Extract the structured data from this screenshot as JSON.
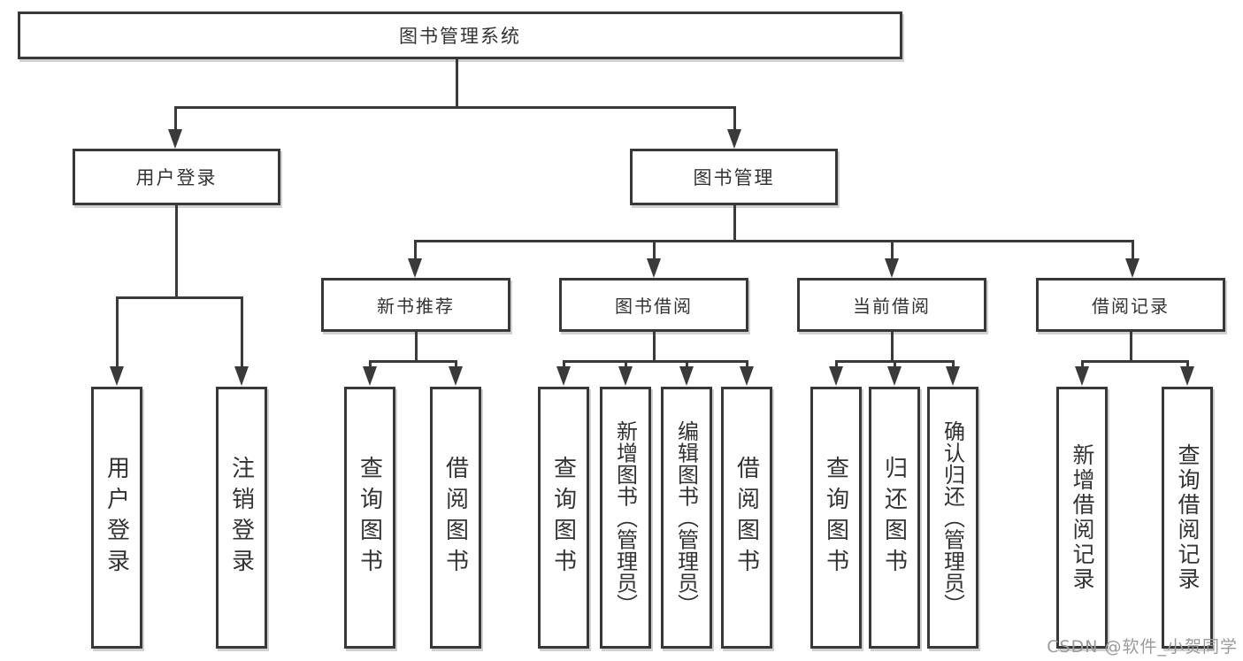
{
  "diagram": {
    "title": "图书管理系统",
    "root": {
      "label": "图书管理系统"
    },
    "branches": [
      {
        "label": "用户登录",
        "children": [
          {
            "label": "用户登录"
          },
          {
            "label": "注销登录"
          }
        ]
      },
      {
        "label": "图书管理",
        "children": [
          {
            "label": "新书推荐",
            "children": [
              {
                "label": "查询图书"
              },
              {
                "label": "借阅图书"
              }
            ]
          },
          {
            "label": "图书借阅",
            "children": [
              {
                "label": "查询图书"
              },
              {
                "label": "新增图书（管理员）"
              },
              {
                "label": "编辑图书（管理员）"
              },
              {
                "label": "借阅图书"
              }
            ]
          },
          {
            "label": "当前借阅",
            "children": [
              {
                "label": "查询图书"
              },
              {
                "label": "归还图书"
              },
              {
                "label": "确认归还（管理员）"
              }
            ]
          },
          {
            "label": "借阅记录",
            "children": [
              {
                "label": "新增借阅记录"
              },
              {
                "label": "查询借阅记录"
              }
            ]
          }
        ]
      }
    ],
    "watermark": "CSDN @软件_小贺同学",
    "colors": {
      "line": "#3a3a3a",
      "text": "#333333",
      "watermark": "#9b9b9b",
      "background": "#ffffff"
    }
  }
}
